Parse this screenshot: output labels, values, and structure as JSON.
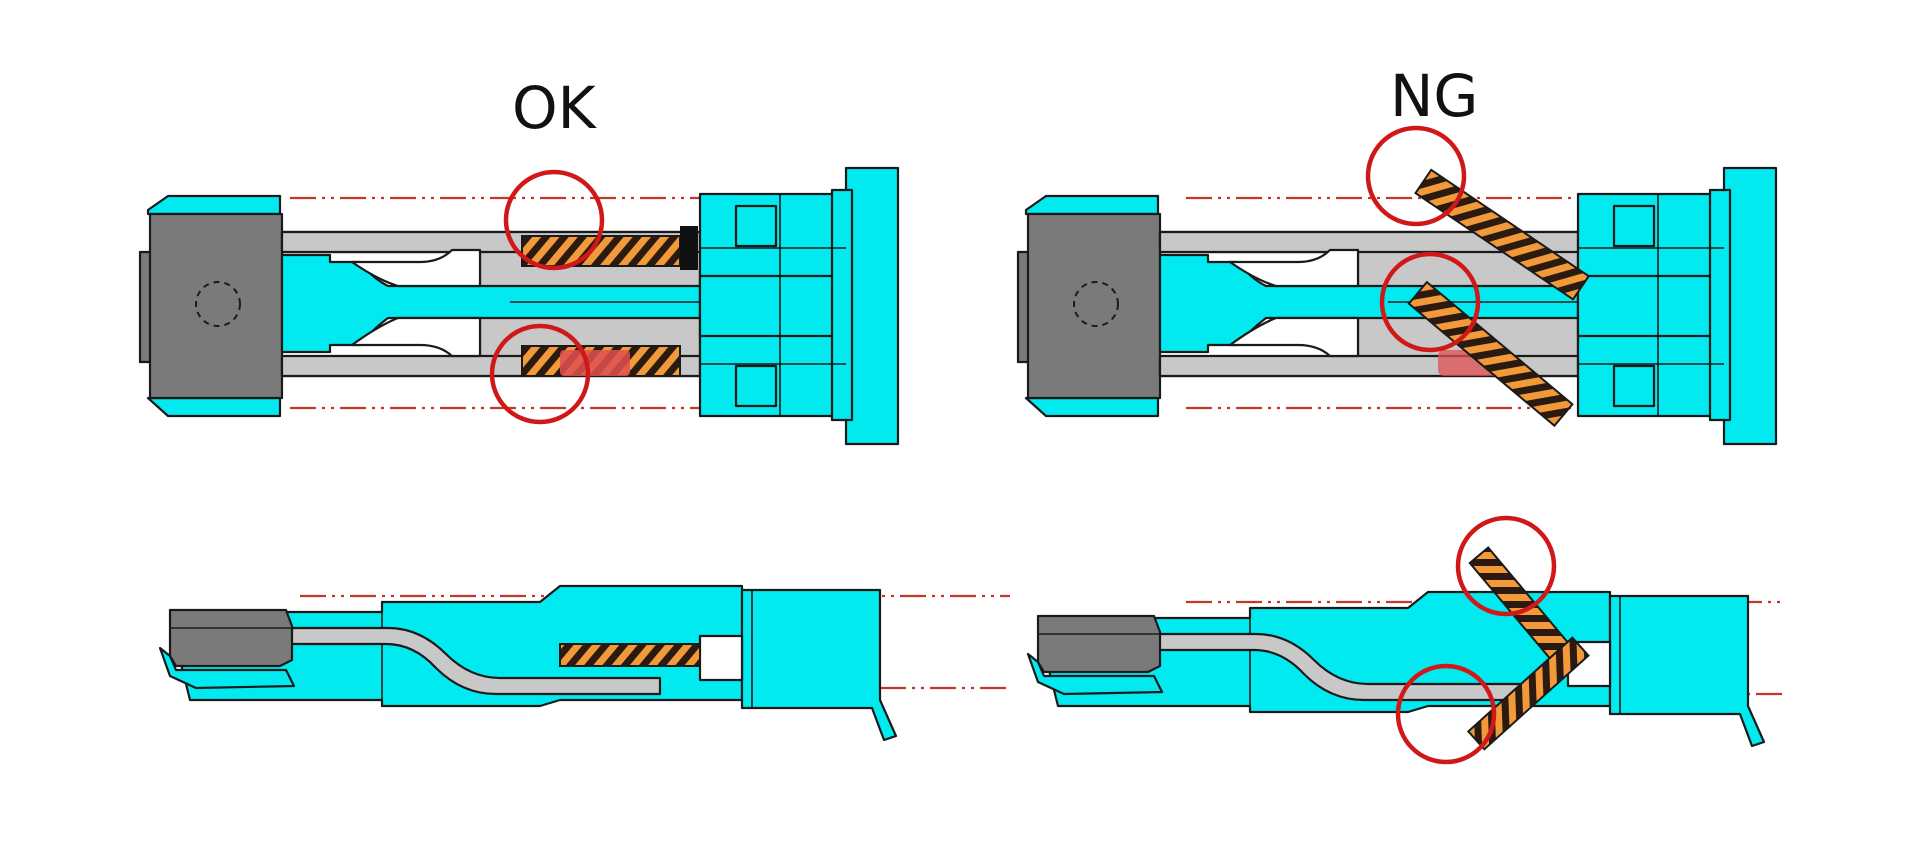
{
  "labels": {
    "ok": "OK",
    "ng": "NG"
  },
  "colors": {
    "housing": "#00eaf0",
    "cap": "#7a7a7a",
    "beam": "#c8c8c8",
    "spring_stripe_a": "#f29a3a",
    "spring_stripe_b": "#2b1a10",
    "marker_circle": "#d01818",
    "center_line": "#c0392b",
    "highlight_pad": "#e05050"
  },
  "panels": [
    {
      "view": "top",
      "state": "ok"
    },
    {
      "view": "top",
      "state": "ng"
    },
    {
      "view": "side",
      "state": "ok"
    },
    {
      "view": "side",
      "state": "ng"
    }
  ]
}
